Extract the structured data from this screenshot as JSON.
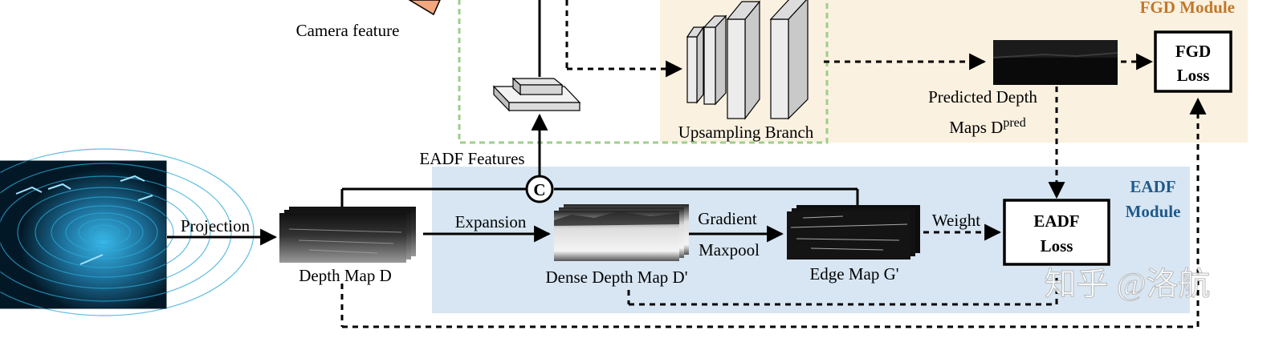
{
  "labels": {
    "camera_feature": "Camera feature",
    "fgd_module": "FGD Module",
    "fgd_loss_line1": "FGD",
    "fgd_loss_line2": "Loss",
    "upsampling_branch": "Upsampling Branch",
    "predicted_depth_line1": "Predicted Depth",
    "predicted_depth_line2": "Maps D",
    "predicted_depth_sup": "pred",
    "eadf_features": "EADF Features",
    "concat_symbol": "C",
    "eadf_module_line1": "EADF",
    "eadf_module_line2": "Module",
    "projection": "Projection",
    "depth_map": "Depth Map D",
    "expansion": "Expansion",
    "dense_depth_map": "Dense Depth Map D'",
    "gradient": "Gradient",
    "maxpool": "Maxpool",
    "edge_map": "Edge Map G'",
    "weight": "Weight",
    "eadf_loss_line1": "EADF",
    "eadf_loss_line2": "Loss",
    "watermark": "知乎 @洛航"
  },
  "colors": {
    "fgd_panel": "#fbf1e0",
    "eadf_panel": "#d8e6f3",
    "fgd_title": "#c0782a",
    "eadf_title": "#1f5a8a",
    "green_dashed_box": "#9ccf8a",
    "lidar_bg": "#031826",
    "lidar_point": "#2aa8d8",
    "camera_cone": "#f2a77f"
  }
}
